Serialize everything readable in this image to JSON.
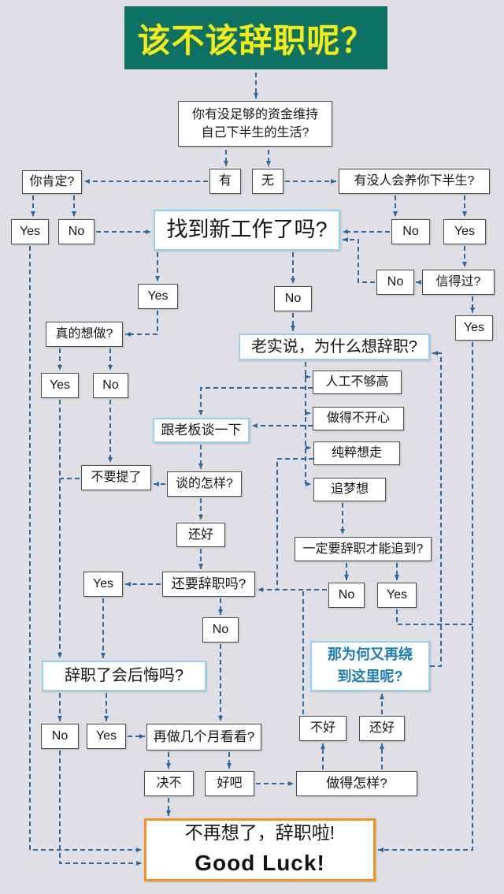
{
  "title": "该不该辞职呢？",
  "nodes": {
    "funds": "你有没足够的资金维持自己下半生的生活?",
    "sure": "你肯定?",
    "have": "有",
    "none": "无",
    "support": "有没人会养你下半生?",
    "yes1": "Yes",
    "no1": "No",
    "newjob": "找到新工作了吗?",
    "no2": "No",
    "yes2": "Yes",
    "no3": "No",
    "trust": "信得过?",
    "yes3": "Yes",
    "yesA": "Yes",
    "noB": "No",
    "really": "真的想做?",
    "whyquit": "老实说，为什么想辞职?",
    "yes4": "Yes",
    "no4": "No",
    "salary": "人工不够高",
    "unhappy": "做得不开心",
    "talkboss": "跟老板谈一下",
    "justleave": "纯粹想走",
    "dontmention": "不要提了",
    "howtalk": "谈的怎样?",
    "dream": "追梦想",
    "okay1": "还好",
    "mustquit": "一定要辞职才能追到?",
    "yes6": "Yes",
    "stillquit": "还要辞职吗?",
    "no5": "No",
    "yes5": "Yes",
    "no6": "No",
    "whyback_l1": "那为何又再绕",
    "whyback_l2": "到这里呢?",
    "regret": "辞职了会后悔吗?",
    "notgood": "不好",
    "okay2": "还好",
    "no7": "No",
    "yes7": "Yes",
    "fewmonths": "再做几个月看看?",
    "never": "决不",
    "fine": "好吧",
    "howgoing": "做得怎样?",
    "final_l1": "不再想了，辞职啦!",
    "final_l2": "Good Luck!"
  },
  "colors": {
    "background": "#dfdfe5",
    "title_bg": "#0d7264",
    "title_text": "#f6ec15",
    "arrow": "#2b6aa0",
    "highlight_border": "#93d2ee",
    "final_border": "#f0941f",
    "whyback_text": "#1b7cb8"
  }
}
